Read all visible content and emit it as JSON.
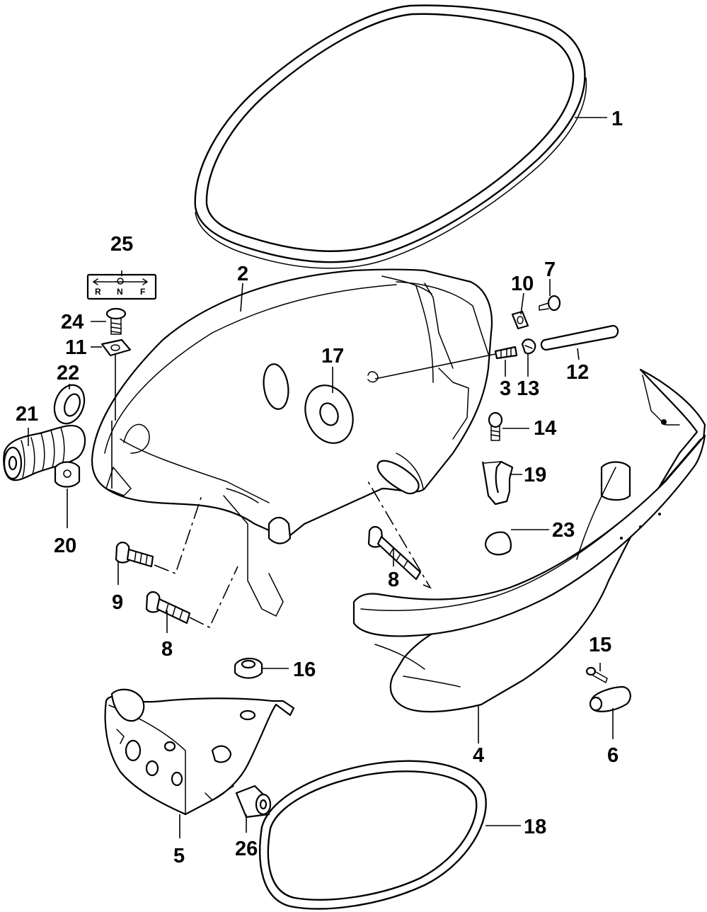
{
  "callouts": [
    {
      "id": "1",
      "label": "1"
    },
    {
      "id": "2",
      "label": "2"
    },
    {
      "id": "3",
      "label": "3"
    },
    {
      "id": "4",
      "label": "4"
    },
    {
      "id": "5",
      "label": "5"
    },
    {
      "id": "6",
      "label": "6"
    },
    {
      "id": "7",
      "label": "7"
    },
    {
      "id": "8a",
      "label": "8"
    },
    {
      "id": "8b",
      "label": "8"
    },
    {
      "id": "9",
      "label": "9"
    },
    {
      "id": "10",
      "label": "10"
    },
    {
      "id": "11",
      "label": "11"
    },
    {
      "id": "12",
      "label": "12"
    },
    {
      "id": "13",
      "label": "13"
    },
    {
      "id": "14",
      "label": "14"
    },
    {
      "id": "15",
      "label": "15"
    },
    {
      "id": "16",
      "label": "16"
    },
    {
      "id": "17",
      "label": "17"
    },
    {
      "id": "18",
      "label": "18"
    },
    {
      "id": "19",
      "label": "19"
    },
    {
      "id": "20",
      "label": "20"
    },
    {
      "id": "21",
      "label": "21"
    },
    {
      "id": "22",
      "label": "22"
    },
    {
      "id": "23",
      "label": "23"
    },
    {
      "id": "24",
      "label": "24"
    },
    {
      "id": "25",
      "label": "25"
    },
    {
      "id": "26",
      "label": "26"
    }
  ],
  "shift_decal": {
    "r": "R",
    "n": "N",
    "f": "F"
  }
}
